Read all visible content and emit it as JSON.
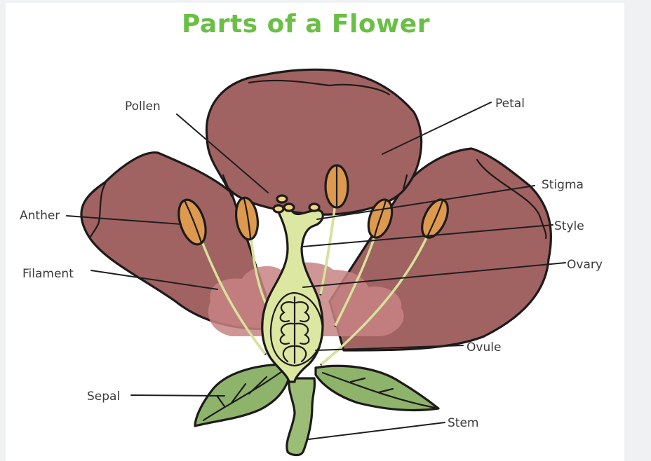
{
  "title": "Parts of a Flower",
  "colors": {
    "title": "#6abf45",
    "petal": "#a16262",
    "petal_inner": "#c88484",
    "anther": "#dd9a4e",
    "filament": "#d6e39a",
    "pistil": "#dce8a2",
    "ovary_inner": "#e8b88c",
    "pollen": "#f3d57e",
    "sepal": "#8eb46b",
    "stem": "#9bbd75",
    "background": "#eff1f3",
    "panel": "#ffffff"
  },
  "labels": {
    "pollen": "Pollen",
    "petal": "Petal",
    "stigma": "Stigma",
    "style": "Style",
    "ovary": "Ovary",
    "anther": "Anther",
    "filament": "Filament",
    "ovule": "Ovule",
    "sepal": "Sepal",
    "stem": "Stem"
  }
}
